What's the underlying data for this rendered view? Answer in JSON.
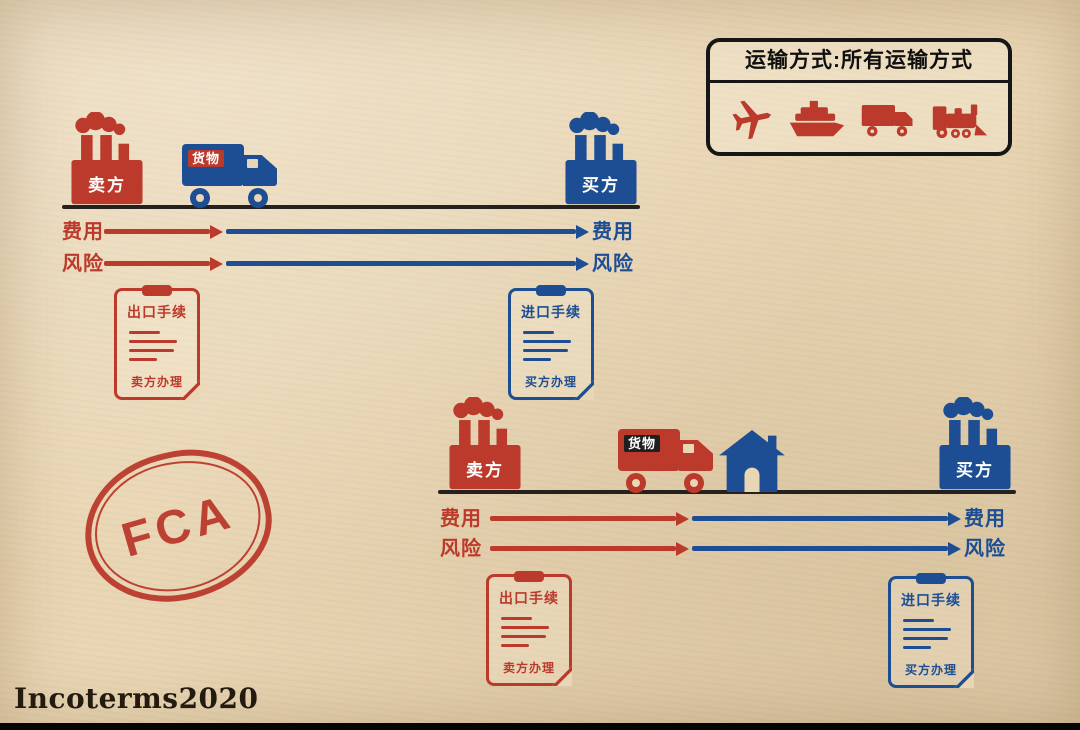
{
  "palette": {
    "paper": "#e9d6b4",
    "red": "#bb3a2c",
    "blue": "#1d4e94",
    "ink": "#24211e",
    "dark": "#1f1f1f"
  },
  "transport_box": {
    "title": "运输方式:所有运输方式",
    "icons": [
      "plane",
      "ship",
      "truck",
      "train"
    ]
  },
  "scene_top": {
    "seller": "卖方",
    "buyer": "买方",
    "goods": "货物",
    "cost_label_left": "费用",
    "cost_label_right": "费用",
    "risk_label_left": "风险",
    "risk_label_right": "风险",
    "export_doc": {
      "title": "出口手续",
      "handler": "卖方办理"
    },
    "import_doc": {
      "title": "进口手续",
      "handler": "买方办理"
    }
  },
  "scene_bottom": {
    "seller": "卖方",
    "buyer": "买方",
    "goods": "货物",
    "cost_label_left": "费用",
    "cost_label_right": "费用",
    "risk_label_left": "风险",
    "risk_label_right": "风险",
    "export_doc": {
      "title": "出口手续",
      "handler": "卖方办理"
    },
    "import_doc": {
      "title": "进口手续",
      "handler": "买方办理"
    }
  },
  "stamp": {
    "label": "FCA"
  },
  "footer": {
    "brand": "Incoterms2020"
  }
}
